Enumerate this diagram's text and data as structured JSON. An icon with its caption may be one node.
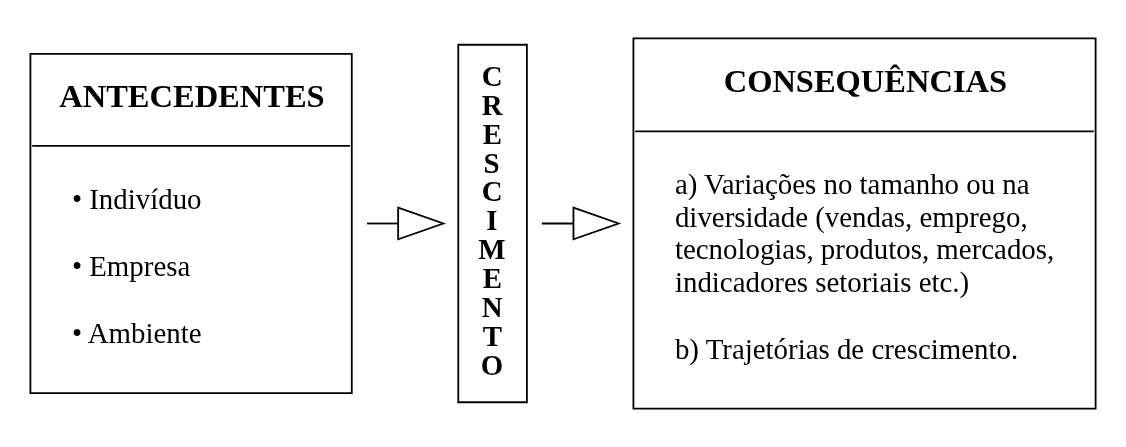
{
  "diagram": {
    "nodes": [
      {
        "text": [
          "ANTECEDENTES",
          "• Indivíduo",
          "• Empresa",
          "• Ambiente"
        ]
      },
      {
        "text": [
          "CRESCIMENTO"
        ]
      },
      {
        "text": [
          "CONSEQUÊNCIAS",
          "a) Variações no tamanho ou na diversidade (vendas, emprego, tecnologias, produtos, mercados, indicadores setoriais etc.)",
          "b) Trajetórias de crescimento."
        ]
      }
    ],
    "edges": [
      {
        "from": 0,
        "to": 1,
        "arrow": "to"
      },
      {
        "from": 1,
        "to": 2,
        "arrow": "to"
      }
    ]
  }
}
